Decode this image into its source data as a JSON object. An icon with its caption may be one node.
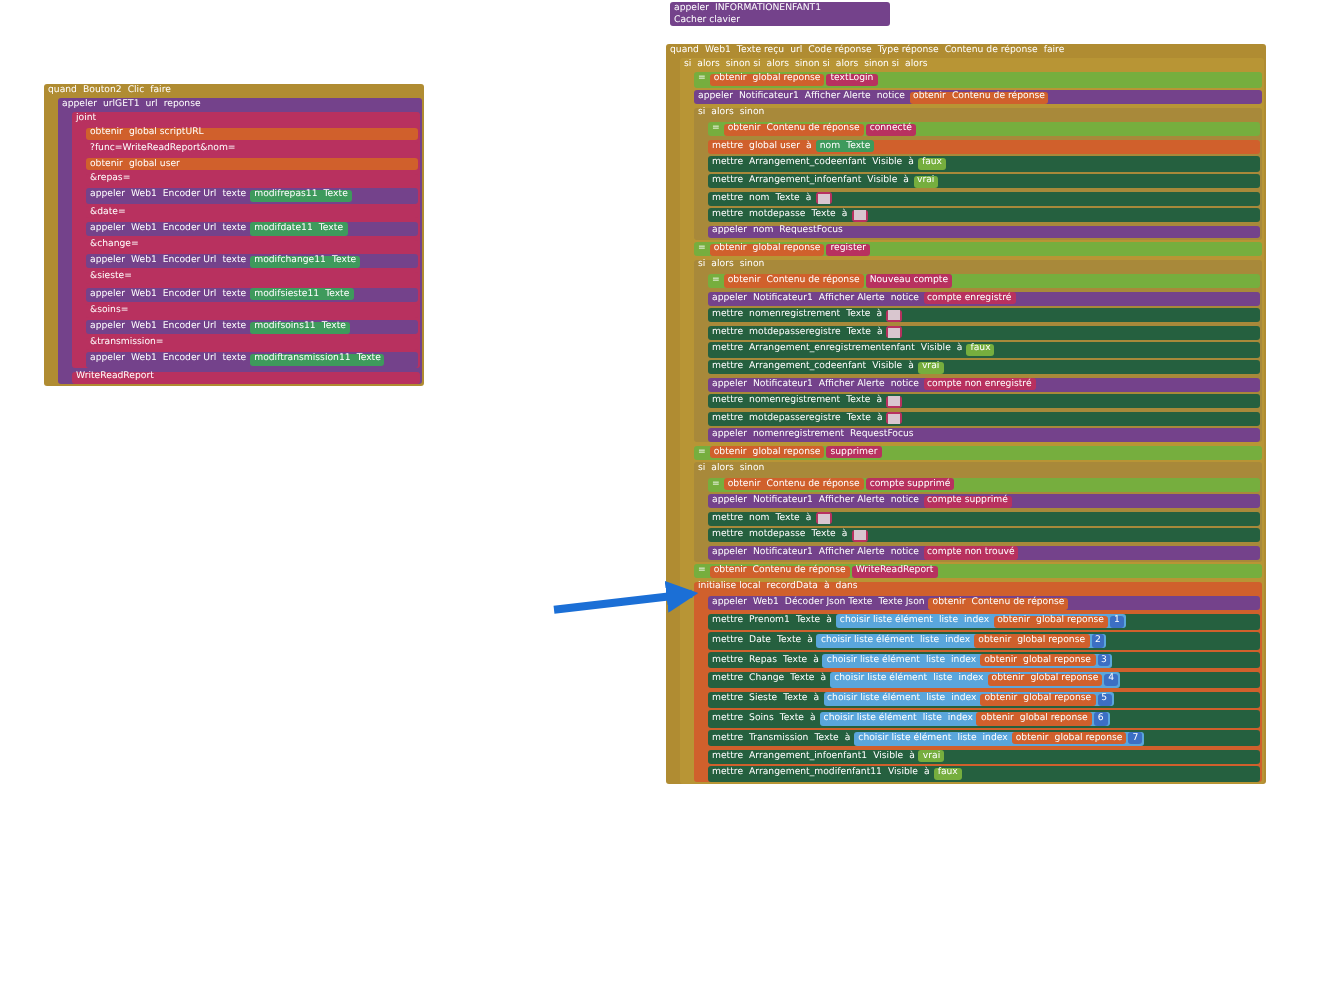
{
  "diagram": {
    "nodes": [
      {
        "text": [
          "quand",
          "Bouton2",
          "Clic",
          "faire"
        ]
      },
      {
        "text": [
          "appeler",
          "urlGET1",
          "url",
          "reponse"
        ],
        "in": 0
      },
      {
        "text": [
          "joint"
        ],
        "in": 1
      },
      {
        "text": [
          "obtenir",
          "global scriptURL"
        ],
        "in": 2
      },
      {
        "text": [
          "?func=WriteReadReport&nom="
        ],
        "in": 2
      },
      {
        "text": [
          "obtenir",
          "global user"
        ],
        "in": 2
      },
      {
        "text": [
          "&repas="
        ],
        "in": 2
      },
      {
        "text": [
          "appeler",
          "Web1",
          "Encoder Url",
          "texte"
        ],
        "in": 2
      },
      {
        "text": [
          "modifrepas11",
          "Texte"
        ],
        "in": 7
      },
      {
        "text": [
          "&date="
        ],
        "in": 2
      },
      {
        "text": [
          "appeler",
          "Web1",
          "Encoder Url",
          "texte"
        ],
        "in": 2
      },
      {
        "text": [
          "modifdate11",
          "Texte"
        ],
        "in": 10
      },
      {
        "text": [
          "&change="
        ],
        "in": 2
      },
      {
        "text": [
          "appeler",
          "Web1",
          "Encoder Url",
          "texte"
        ],
        "in": 2
      },
      {
        "text": [
          "modifchange11",
          "Texte"
        ],
        "in": 13
      },
      {
        "text": [
          "&sieste="
        ],
        "in": 2
      },
      {
        "text": [
          "appeler",
          "Web1",
          "Encoder Url",
          "texte"
        ],
        "in": 2
      },
      {
        "text": [
          "modifsieste11",
          "Texte"
        ],
        "in": 16
      },
      {
        "text": [
          "&soins="
        ],
        "in": 2
      },
      {
        "text": [
          "appeler",
          "Web1",
          "Encoder Url",
          "texte"
        ],
        "in": 2
      },
      {
        "text": [
          "modifsoins11",
          "Texte"
        ],
        "in": 19
      },
      {
        "text": [
          "&transmission="
        ],
        "in": 2
      },
      {
        "text": [
          "appeler",
          "Web1",
          "Encoder Url",
          "texte"
        ],
        "in": 2
      },
      {
        "text": [
          "modiftransmission11",
          "Texte"
        ],
        "in": 22
      },
      {
        "text": [
          "WriteReadReport"
        ],
        "in": 1
      },
      {
        "text": [
          "appeler",
          "INFORMATIONENFANT1",
          "Cacher clavier"
        ]
      },
      {
        "text": [
          "quand",
          "Web1",
          "Texte reçu",
          "url",
          "Code réponse",
          "Type réponse",
          "Contenu de réponse",
          "faire"
        ]
      },
      {
        "text": [
          "si",
          "alors",
          "sinon si",
          "alors",
          "sinon si",
          "alors",
          "sinon si",
          "alors"
        ],
        "in": 26
      },
      {
        "text": [
          "="
        ],
        "in": 27
      },
      {
        "text": [
          "obtenir",
          "global reponse"
        ],
        "in": 28
      },
      {
        "text": [
          "textLogin"
        ],
        "in": 28
      },
      {
        "text": [
          "appeler",
          "Notificateur1",
          "Afficher Alerte",
          "notice"
        ],
        "in": 27
      },
      {
        "text": [
          "obtenir",
          "Contenu de réponse"
        ],
        "in": 31
      },
      {
        "text": [
          "si",
          "alors",
          "sinon"
        ],
        "in": 27
      },
      {
        "text": [
          "="
        ],
        "in": 33
      },
      {
        "text": [
          "obtenir",
          "Contenu de réponse"
        ],
        "in": 34
      },
      {
        "text": [
          "connecté"
        ],
        "in": 34
      },
      {
        "text": [
          "mettre",
          "global user",
          "à"
        ],
        "in": 33
      },
      {
        "text": [
          "nom",
          "Texte"
        ],
        "in": 37
      },
      {
        "text": [
          "mettre",
          "Arrangement_codeenfant",
          "Visible",
          "à"
        ],
        "in": 33
      },
      {
        "text": [
          "faux"
        ],
        "in": 39
      },
      {
        "text": [
          "mettre",
          "Arrangement_infoenfant",
          "Visible",
          "à"
        ],
        "in": 33
      },
      {
        "text": [
          "vrai"
        ],
        "in": 41
      },
      {
        "text": [
          "mettre",
          "nom",
          "Texte",
          "à"
        ],
        "in": 33
      },
      {
        "text": [],
        "shape": "box",
        "in": 43
      },
      {
        "text": [
          "mettre",
          "motdepasse",
          "Texte",
          "à"
        ],
        "in": 33
      },
      {
        "text": [],
        "shape": "box",
        "in": 45
      },
      {
        "text": [
          "appeler",
          "nom",
          "RequestFocus"
        ],
        "in": 33
      },
      {
        "text": [
          "="
        ],
        "in": 27
      },
      {
        "text": [
          "obtenir",
          "global reponse"
        ],
        "in": 48
      },
      {
        "text": [
          "register"
        ],
        "in": 48
      },
      {
        "text": [
          "si",
          "alors",
          "sinon"
        ],
        "in": 27
      },
      {
        "text": [
          "="
        ],
        "in": 51
      },
      {
        "text": [
          "obtenir",
          "Contenu de réponse"
        ],
        "in": 52
      },
      {
        "text": [
          "Nouveau compte"
        ],
        "in": 52
      },
      {
        "text": [
          "appeler",
          "Notificateur1",
          "Afficher Alerte",
          "notice"
        ],
        "in": 51
      },
      {
        "text": [
          "compte enregistré"
        ],
        "in": 55
      },
      {
        "text": [
          "mettre",
          "nomenregistrement",
          "Texte",
          "à"
        ],
        "in": 51
      },
      {
        "text": [],
        "shape": "box",
        "in": 57
      },
      {
        "text": [
          "mettre",
          "motdepasseregistre",
          "Texte",
          "à"
        ],
        "in": 51
      },
      {
        "text": [],
        "shape": "box",
        "in": 59
      },
      {
        "text": [
          "mettre",
          "Arrangement_enregistrementenfant",
          "Visible",
          "à"
        ],
        "in": 51
      },
      {
        "text": [
          "faux"
        ],
        "in": 61
      },
      {
        "text": [
          "mettre",
          "Arrangement_codeenfant",
          "Visible",
          "à"
        ],
        "in": 51
      },
      {
        "text": [
          "vrai"
        ],
        "in": 63
      },
      {
        "text": [
          "appeler",
          "Notificateur1",
          "Afficher Alerte",
          "notice"
        ],
        "in": 51
      },
      {
        "text": [
          "compte non enregistré"
        ],
        "in": 65
      },
      {
        "text": [
          "mettre",
          "nomenregistrement",
          "Texte",
          "à"
        ],
        "in": 51
      },
      {
        "text": [],
        "shape": "box",
        "in": 67
      },
      {
        "text": [
          "mettre",
          "motdepasseregistre",
          "Texte",
          "à"
        ],
        "in": 51
      },
      {
        "text": [],
        "shape": "box",
        "in": 69
      },
      {
        "text": [
          "appeler",
          "nomenregistrement",
          "RequestFocus"
        ],
        "in": 51
      },
      {
        "text": [
          "="
        ],
        "in": 27
      },
      {
        "text": [
          "obtenir",
          "global reponse"
        ],
        "in": 72
      },
      {
        "text": [
          "supprimer"
        ],
        "in": 72
      },
      {
        "text": [
          "si",
          "alors",
          "sinon"
        ],
        "in": 27
      },
      {
        "text": [
          "="
        ],
        "in": 75
      },
      {
        "text": [
          "obtenir",
          "Contenu de réponse"
        ],
        "in": 76
      },
      {
        "text": [
          "compte supprimé"
        ],
        "in": 76
      },
      {
        "text": [
          "appeler",
          "Notificateur1",
          "Afficher Alerte",
          "notice"
        ],
        "in": 75
      },
      {
        "text": [
          "compte supprimé"
        ],
        "in": 79
      },
      {
        "text": [
          "mettre",
          "nom",
          "Texte",
          "à"
        ],
        "in": 75
      },
      {
        "text": [],
        "shape": "box",
        "in": 81
      },
      {
        "text": [
          "mettre",
          "motdepasse",
          "Texte",
          "à"
        ],
        "in": 75
      },
      {
        "text": [],
        "shape": "box",
        "in": 83
      },
      {
        "text": [
          "appeler",
          "Notificateur1",
          "Afficher Alerte",
          "notice"
        ],
        "in": 75
      },
      {
        "text": [
          "compte non trouvé"
        ],
        "in": 85
      },
      {
        "text": [
          "="
        ],
        "in": 27
      },
      {
        "text": [
          "obtenir",
          "Contenu de réponse"
        ],
        "in": 87
      },
      {
        "text": [
          "WriteReadReport"
        ],
        "in": 87
      },
      {
        "text": [
          "initialise local",
          "recordData",
          "à",
          "dans"
        ],
        "in": 27
      },
      {
        "text": [
          "appeler",
          "Web1",
          "Décoder Json Texte",
          "Texte Json"
        ],
        "in": 90
      },
      {
        "text": [
          "obtenir",
          "Contenu de réponse"
        ],
        "in": 91
      },
      {
        "text": [
          "mettre",
          "Prenom1",
          "Texte",
          "à"
        ],
        "in": 90
      },
      {
        "text": [
          "choisir liste élément",
          "liste",
          "index"
        ],
        "in": 93
      },
      {
        "text": [
          "obtenir",
          "global reponse"
        ],
        "in": 94
      },
      {
        "text": [
          "1"
        ],
        "in": 94
      },
      {
        "text": [
          "mettre",
          "Date",
          "Texte",
          "à"
        ],
        "in": 90
      },
      {
        "text": [
          "choisir liste élément",
          "liste",
          "index"
        ],
        "in": 97
      },
      {
        "text": [
          "obtenir",
          "global reponse"
        ],
        "in": 98
      },
      {
        "text": [
          "2"
        ],
        "in": 98
      },
      {
        "text": [
          "mettre",
          "Repas",
          "Texte",
          "à"
        ],
        "in": 90
      },
      {
        "text": [
          "choisir liste élément",
          "liste",
          "index"
        ],
        "in": 101
      },
      {
        "text": [
          "obtenir",
          "global reponse"
        ],
        "in": 102
      },
      {
        "text": [
          "3"
        ],
        "in": 102
      },
      {
        "text": [
          "mettre",
          "Change",
          "Texte",
          "à"
        ],
        "in": 90
      },
      {
        "text": [
          "choisir liste élément",
          "liste",
          "index"
        ],
        "in": 105
      },
      {
        "text": [
          "obtenir",
          "global reponse"
        ],
        "in": 106
      },
      {
        "text": [
          "4"
        ],
        "in": 106
      },
      {
        "text": [
          "mettre",
          "Sieste",
          "Texte",
          "à"
        ],
        "in": 90
      },
      {
        "text": [
          "choisir liste élément",
          "liste",
          "index"
        ],
        "in": 109
      },
      {
        "text": [
          "obtenir",
          "global reponse"
        ],
        "in": 110
      },
      {
        "text": [
          "5"
        ],
        "in": 110
      },
      {
        "text": [
          "mettre",
          "Soins",
          "Texte",
          "à"
        ],
        "in": 90
      },
      {
        "text": [
          "choisir liste élément",
          "liste",
          "index"
        ],
        "in": 113
      },
      {
        "text": [
          "obtenir",
          "global reponse"
        ],
        "in": 114
      },
      {
        "text": [
          "6"
        ],
        "in": 114
      },
      {
        "text": [
          "mettre",
          "Transmission",
          "Texte",
          "à"
        ],
        "in": 90
      },
      {
        "text": [
          "choisir liste élément",
          "liste",
          "index"
        ],
        "in": 117
      },
      {
        "text": [
          "obtenir",
          "global reponse"
        ],
        "in": 118
      },
      {
        "text": [
          "7"
        ],
        "in": 118
      },
      {
        "text": [
          "mettre",
          "Arrangement_infoenfant1",
          "Visible",
          "à"
        ],
        "in": 90
      },
      {
        "text": [
          "vrai"
        ],
        "in": 121
      },
      {
        "text": [
          "mettre",
          "Arrangement_modifenfant11",
          "Visible",
          "à"
        ],
        "in": 90
      },
      {
        "text": [
          "faux"
        ],
        "in": 123
      }
    ],
    "edges": [
      {
        "from": null,
        "to": 90,
        "arrow": "to"
      }
    ]
  }
}
